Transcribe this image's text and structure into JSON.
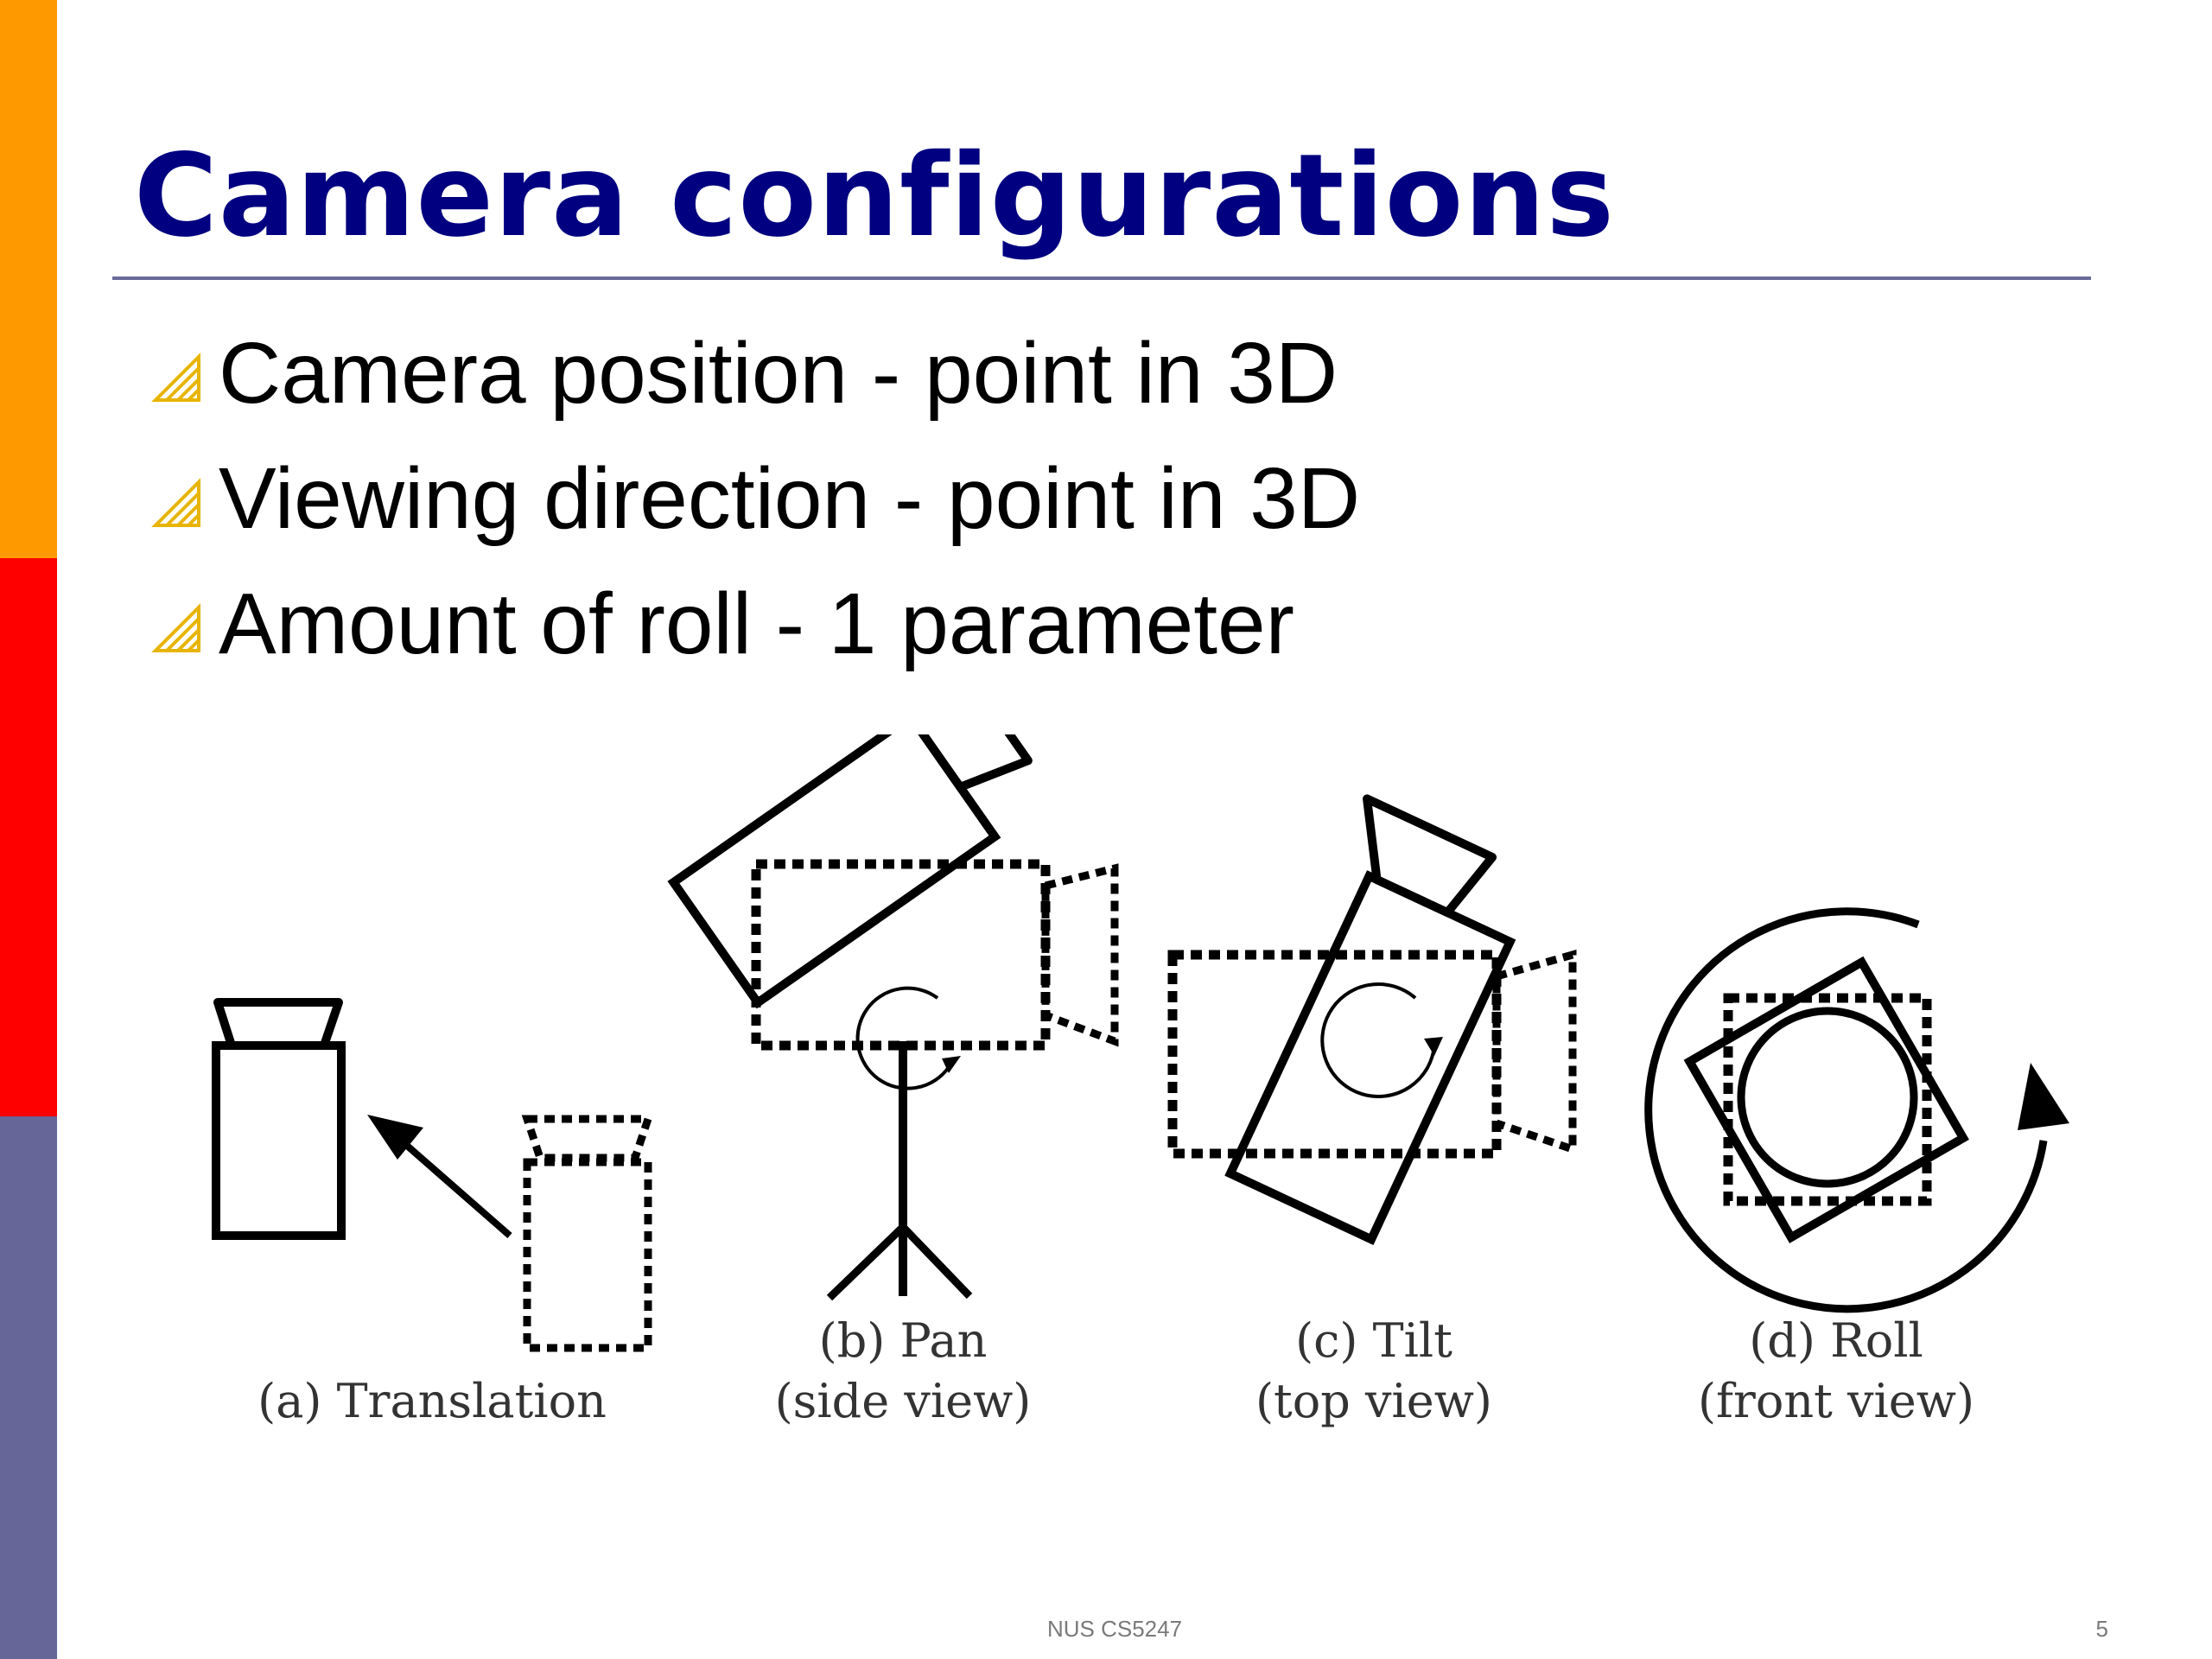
{
  "slide": {
    "title": "Camera configurations",
    "bullets": [
      "Camera position - point in 3D",
      "Viewing direction - point in 3D",
      "Amount of roll - 1 parameter"
    ],
    "figure_captions": {
      "a": "(a) Translation",
      "b_line1": "(b) Pan",
      "b_line2": "(side view)",
      "c_line1": "(c) Tilt",
      "c_line2": "(top view)",
      "d_line1": "(d) Roll",
      "d_line2": "(front view)"
    },
    "footer": {
      "course": "NUS CS5247",
      "page_number": "5"
    }
  },
  "colors": {
    "sidebar_top": "#FF9900",
    "sidebar_middle": "#FF0000",
    "sidebar_bottom": "#666699",
    "title": "#000080",
    "title_rule": "#6A6A9A",
    "bullet_icon": "#E8B400"
  },
  "icons": {
    "bullet": "hatched-triangle-bullet-icon"
  }
}
